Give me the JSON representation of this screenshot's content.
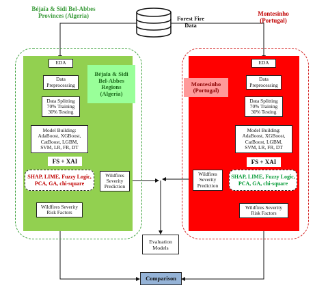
{
  "colors": {
    "algeria_text": "#3a9b3a",
    "algeria_panel": "#92d050",
    "algeria_label_bg": "#99ff99",
    "portugal_text": "#c00000",
    "portugal_panel": "#ff0000",
    "portugal_label_bg": "#ff9999",
    "comparison_bg": "#95b3d7",
    "xai_methods_red": "#c00000",
    "xai_methods_green": "#009933"
  },
  "titles": {
    "algeria": "Béjaïa & Sidi Bel-Abbes\nProvinces (Algeria)",
    "portugal": "Montesinho\n(Portugal)",
    "data_source": "Forest Fire\nData"
  },
  "icons": {
    "database": "database-cylinder-icon"
  },
  "left": {
    "region_label": "Béjaïa & Sidi\nBel-Abbes\nRegions\n(Algeria)",
    "eda": "EDA",
    "preprocessing": "Data\nPreprocessing",
    "splitting": "Data Splitting\n70% Training\n30% Testing",
    "model_building": "Model Building:\nAdaBoost, XGBoost,\nCatBoost, LGBM,\nSVM, LR, FR, DT",
    "fs_xai": "FS + XAI",
    "xai_methods": "SHAP, LIME, Fuzzy Logic,\nPCA, GA, chi-square",
    "severity_prediction": "Wildfires\nSeverity\nPrediction",
    "risk_factors": "Wildfires Severity\nRisk Factors"
  },
  "right": {
    "region_label": "Montesinho\n(Portugal)",
    "eda": "EDA",
    "preprocessing": "Data\nPreprocessing",
    "splitting": "Data Splitting\n70% Training\n30% Testing",
    "model_building": "Model Building:\nAdaBoost, XGBoost,\nCatBoost, LGBM,\nSVM, LR, FR, DT",
    "fs_xai": "FS + XAI",
    "xai_methods": "SHAP, LIME, Fuzzy Logic,\nPCA, GA, chi-square",
    "severity_prediction": "Wildfires\nSeverity\nPrediction",
    "risk_factors": "Wildfires Severity\nRisk Factors"
  },
  "center": {
    "evaluation": "Evaluation\nModels",
    "comparison": "Comparison"
  }
}
